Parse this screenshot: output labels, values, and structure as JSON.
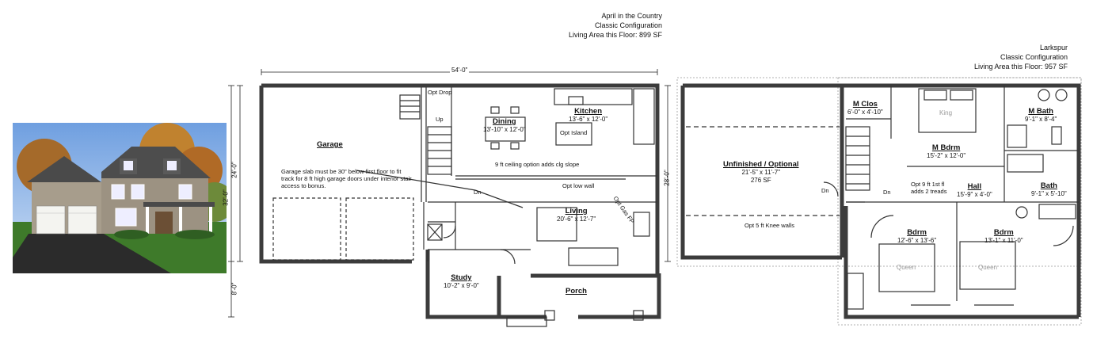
{
  "plan_left": {
    "title": "April in the Country",
    "subtitle": "Classic Configuration",
    "area": "Living Area this Floor: 899 SF",
    "dim_top": "54'-0\"",
    "dim_left_24": "24'-0\"",
    "dim_left_32": "32'-0\"",
    "dim_left_8": "8'-0\"",
    "rooms": {
      "garage": "Garage",
      "dining_name": "Dining",
      "dining_size": "13'-10\" x 12'-0\"",
      "kitchen_name": "Kitchen",
      "kitchen_size": "13'-6\" x 12'-0\"",
      "living_name": "Living",
      "living_size": "20'-6\" x 12'-7\"",
      "study_name": "Study",
      "study_size": "10'-2\" x 9'-0\"",
      "porch": "Porch"
    },
    "notes": {
      "opt_drop": "Opt Drop",
      "up": "Up",
      "dn": "Dn",
      "opt_island": "Opt Island",
      "ceiling": "9 ft ceiling option adds clg slope",
      "low_wall": "Opt low wall",
      "gas_fp": "Opt Gas FP",
      "garage_note": "Garage slab must be 30\" below first floor to fit track for 8 ft high garage doors under interior stair access to bonus."
    }
  },
  "plan_right": {
    "title": "Larkspur",
    "subtitle": "Classic Configuration",
    "area": "Living Area this Floor: 957 SF",
    "dim_left_28": "28'-0\"",
    "rooms": {
      "unfinished_name": "Unfinished / Optional",
      "unfinished_size": "21'-5\" x 11'-7\"",
      "unfinished_sf": "276 SF",
      "mclos_name": "M Clos",
      "mclos_size": "6'-0\" x 4'-10\"",
      "mbdrm_name": "M Bdrm",
      "mbdrm_size": "15'-2\" x 12'-0\"",
      "king": "King",
      "mbath_name": "M Bath",
      "mbath_size": "9'-1\" x 8'-4\"",
      "bath_name": "Bath",
      "bath_size": "9'-1\" x 5'-10\"",
      "hall_name": "Hall",
      "hall_size": "15'-9\" x 4'-0\"",
      "bdrm1_name": "Bdrm",
      "bdrm1_size": "12'-6\" x 13'-6\"",
      "bdrm2_name": "Bdrm",
      "bdrm2_size": "13'-1\" x 11'-0\"",
      "queen1": "Queen",
      "queen2": "Queen"
    },
    "notes": {
      "dn1": "Dn",
      "dn2": "Dn",
      "opt9": "Opt 9 ft 1st fl adds 2 treads",
      "knee": "Opt 5 ft Knee walls"
    }
  },
  "colors": {
    "wall": "#444444",
    "line": "#222222",
    "paper": "#ffffff"
  }
}
